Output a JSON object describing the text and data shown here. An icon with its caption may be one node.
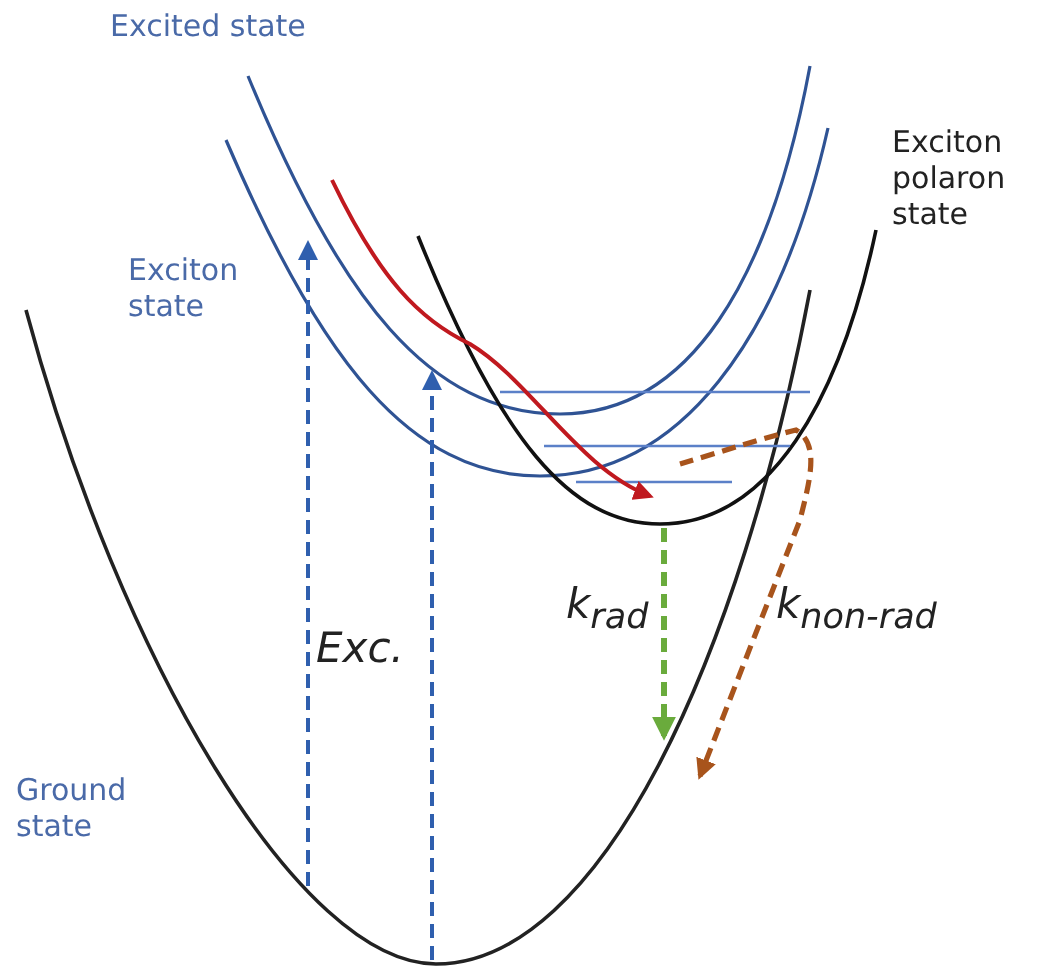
{
  "diagram": {
    "labels": [
      "Excited state",
      "Exciton polaron state",
      "Exciton state",
      "Exc.",
      "k$_{rad}$",
      "k$_{non-rad}$",
      "Ground state"
    ]
  }
}
